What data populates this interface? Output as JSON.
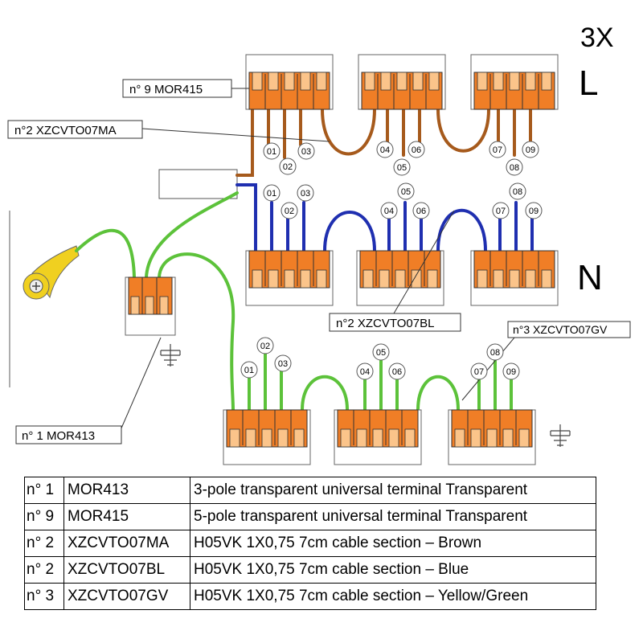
{
  "multiplier": "3X",
  "line_labels": {
    "live": "L",
    "neutral": "N"
  },
  "callouts": {
    "mor415": "n° 9 MOR415",
    "brown_cable": "n°2 XZCVTO07MA",
    "blue_cable": "n°2 XZCVTO07BL",
    "gv_cable": "n°3 XZCVTO07GV",
    "mor413": "n° 1  MOR413"
  },
  "wire_numbers": {
    "l": [
      "01",
      "02",
      "03",
      "04",
      "05",
      "06",
      "07",
      "08",
      "09"
    ],
    "n": [
      "01",
      "02",
      "03",
      "05",
      "04",
      "06",
      "08",
      "07",
      "09"
    ],
    "pe": [
      "02",
      "01",
      "03",
      "05",
      "04",
      "06",
      "08",
      "07",
      "09"
    ]
  },
  "colors": {
    "terminal_orange": "#f07e26",
    "brown": "#a65a1c",
    "blue": "#1f2fb0",
    "yellow_green": "#5cc23a",
    "ring_yellow": "#f0d020"
  },
  "legend": [
    {
      "qty": "n° 1",
      "code": "MOR413",
      "desc": "3-pole transparent universal terminal Transparent"
    },
    {
      "qty": "n° 9",
      "code": "MOR415",
      "desc": "5-pole transparent universal terminal Transparent"
    },
    {
      "qty": "n° 2",
      "code": "XZCVTO07MA",
      "desc": "H05VK 1X0,75 7cm cable section – Brown"
    },
    {
      "qty": "n° 2",
      "code": "XZCVTO07BL",
      "desc": "H05VK 1X0,75 7cm cable section – Blue"
    },
    {
      "qty": "n° 3",
      "code": "XZCVTO07GV",
      "desc": "H05VK 1X0,75 7cm cable section – Yellow/Green"
    }
  ]
}
